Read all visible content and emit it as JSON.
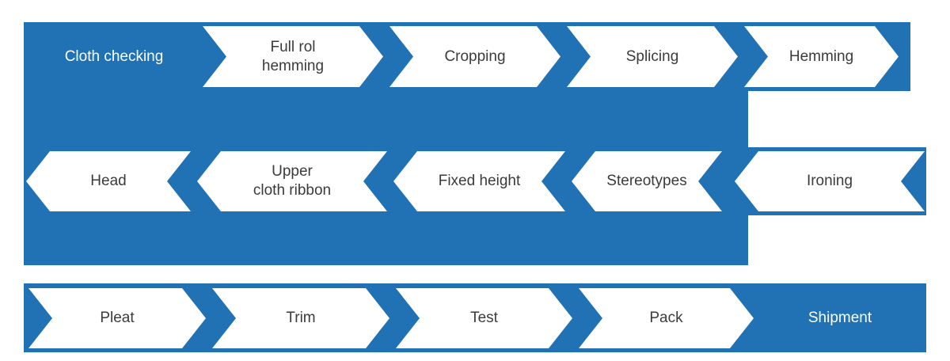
{
  "colors": {
    "band_blue": "#2072b5",
    "step_bg": "#ffffff",
    "step_text": "#3b3b3b",
    "on_blue_text": "#ffffff"
  },
  "rows": [
    {
      "name": "row-1",
      "direction": "left-to-right",
      "steps": [
        {
          "label": "Cloth checking",
          "style": "on-blue"
        },
        {
          "label": "Full rol\nhemming",
          "style": "chevron-right"
        },
        {
          "label": "Cropping",
          "style": "chevron-right"
        },
        {
          "label": "Splicing",
          "style": "chevron-right"
        },
        {
          "label": "Hemming",
          "style": "chevron-right"
        }
      ]
    },
    {
      "name": "row-2",
      "direction": "right-to-left",
      "steps": [
        {
          "label": "Head",
          "style": "chevron-left"
        },
        {
          "label": "Upper\ncloth ribbon",
          "style": "chevron-left"
        },
        {
          "label": "Fixed height",
          "style": "chevron-left"
        },
        {
          "label": "Stereotypes",
          "style": "chevron-left"
        },
        {
          "label": "Ironing",
          "style": "chevron-left"
        }
      ]
    },
    {
      "name": "row-3",
      "direction": "left-to-right",
      "steps": [
        {
          "label": "Pleat",
          "style": "chevron-right"
        },
        {
          "label": "Trim",
          "style": "chevron-right"
        },
        {
          "label": "Test",
          "style": "chevron-right"
        },
        {
          "label": "Pack",
          "style": "chevron-right"
        },
        {
          "label": "Shipment",
          "style": "on-blue"
        }
      ]
    }
  ]
}
